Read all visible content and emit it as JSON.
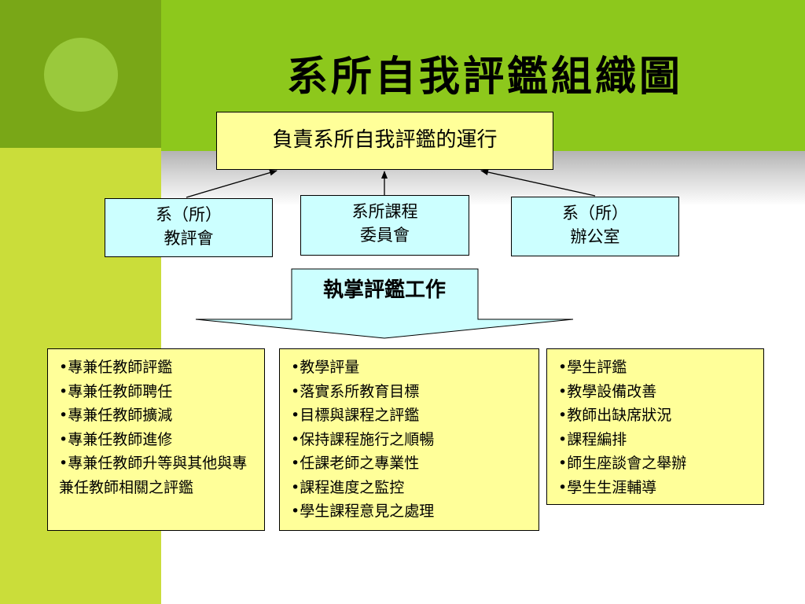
{
  "title": "系所自我評鑑組織圖",
  "top_box": {
    "text": "負責系所自我評鑑的運行"
  },
  "units": [
    {
      "line1": "系（所）",
      "line2": "教評會"
    },
    {
      "line1": "系所課程",
      "line2": "委員會"
    },
    {
      "line1": "系（所）",
      "line2": "辦公室"
    }
  ],
  "banner": {
    "text": "執掌評鑑工作"
  },
  "lists": [
    {
      "items": [
        "•專兼任教師評鑑",
        "•專兼任教師聘任",
        "•專兼任教師擴減",
        "•專兼任教師進修",
        "•專兼任教師升等與其他與專兼任教師相關之評鑑"
      ]
    },
    {
      "items": [
        "•教學評量",
        "•落實系所教育目標",
        "•目標與課程之評鑑",
        "•保持課程施行之順暢",
        "•任課老師之專業性",
        "•課程進度之監控",
        "•學生課程意見之處理"
      ]
    },
    {
      "items": [
        "•學生評鑑",
        "•教學設備改善",
        "•教師出缺席狀況",
        "•課程編排",
        "•師生座談會之舉辦",
        "•學生生涯輔導"
      ]
    }
  ],
  "colors": {
    "background_dark_green": "#79a717",
    "background_green": "#8dc81c",
    "background_yellow_green": "#cadd3a",
    "top_box_fill": "#ffff99",
    "unit_box_fill": "#ccffff",
    "list_box_fill": "#ffff99"
  }
}
